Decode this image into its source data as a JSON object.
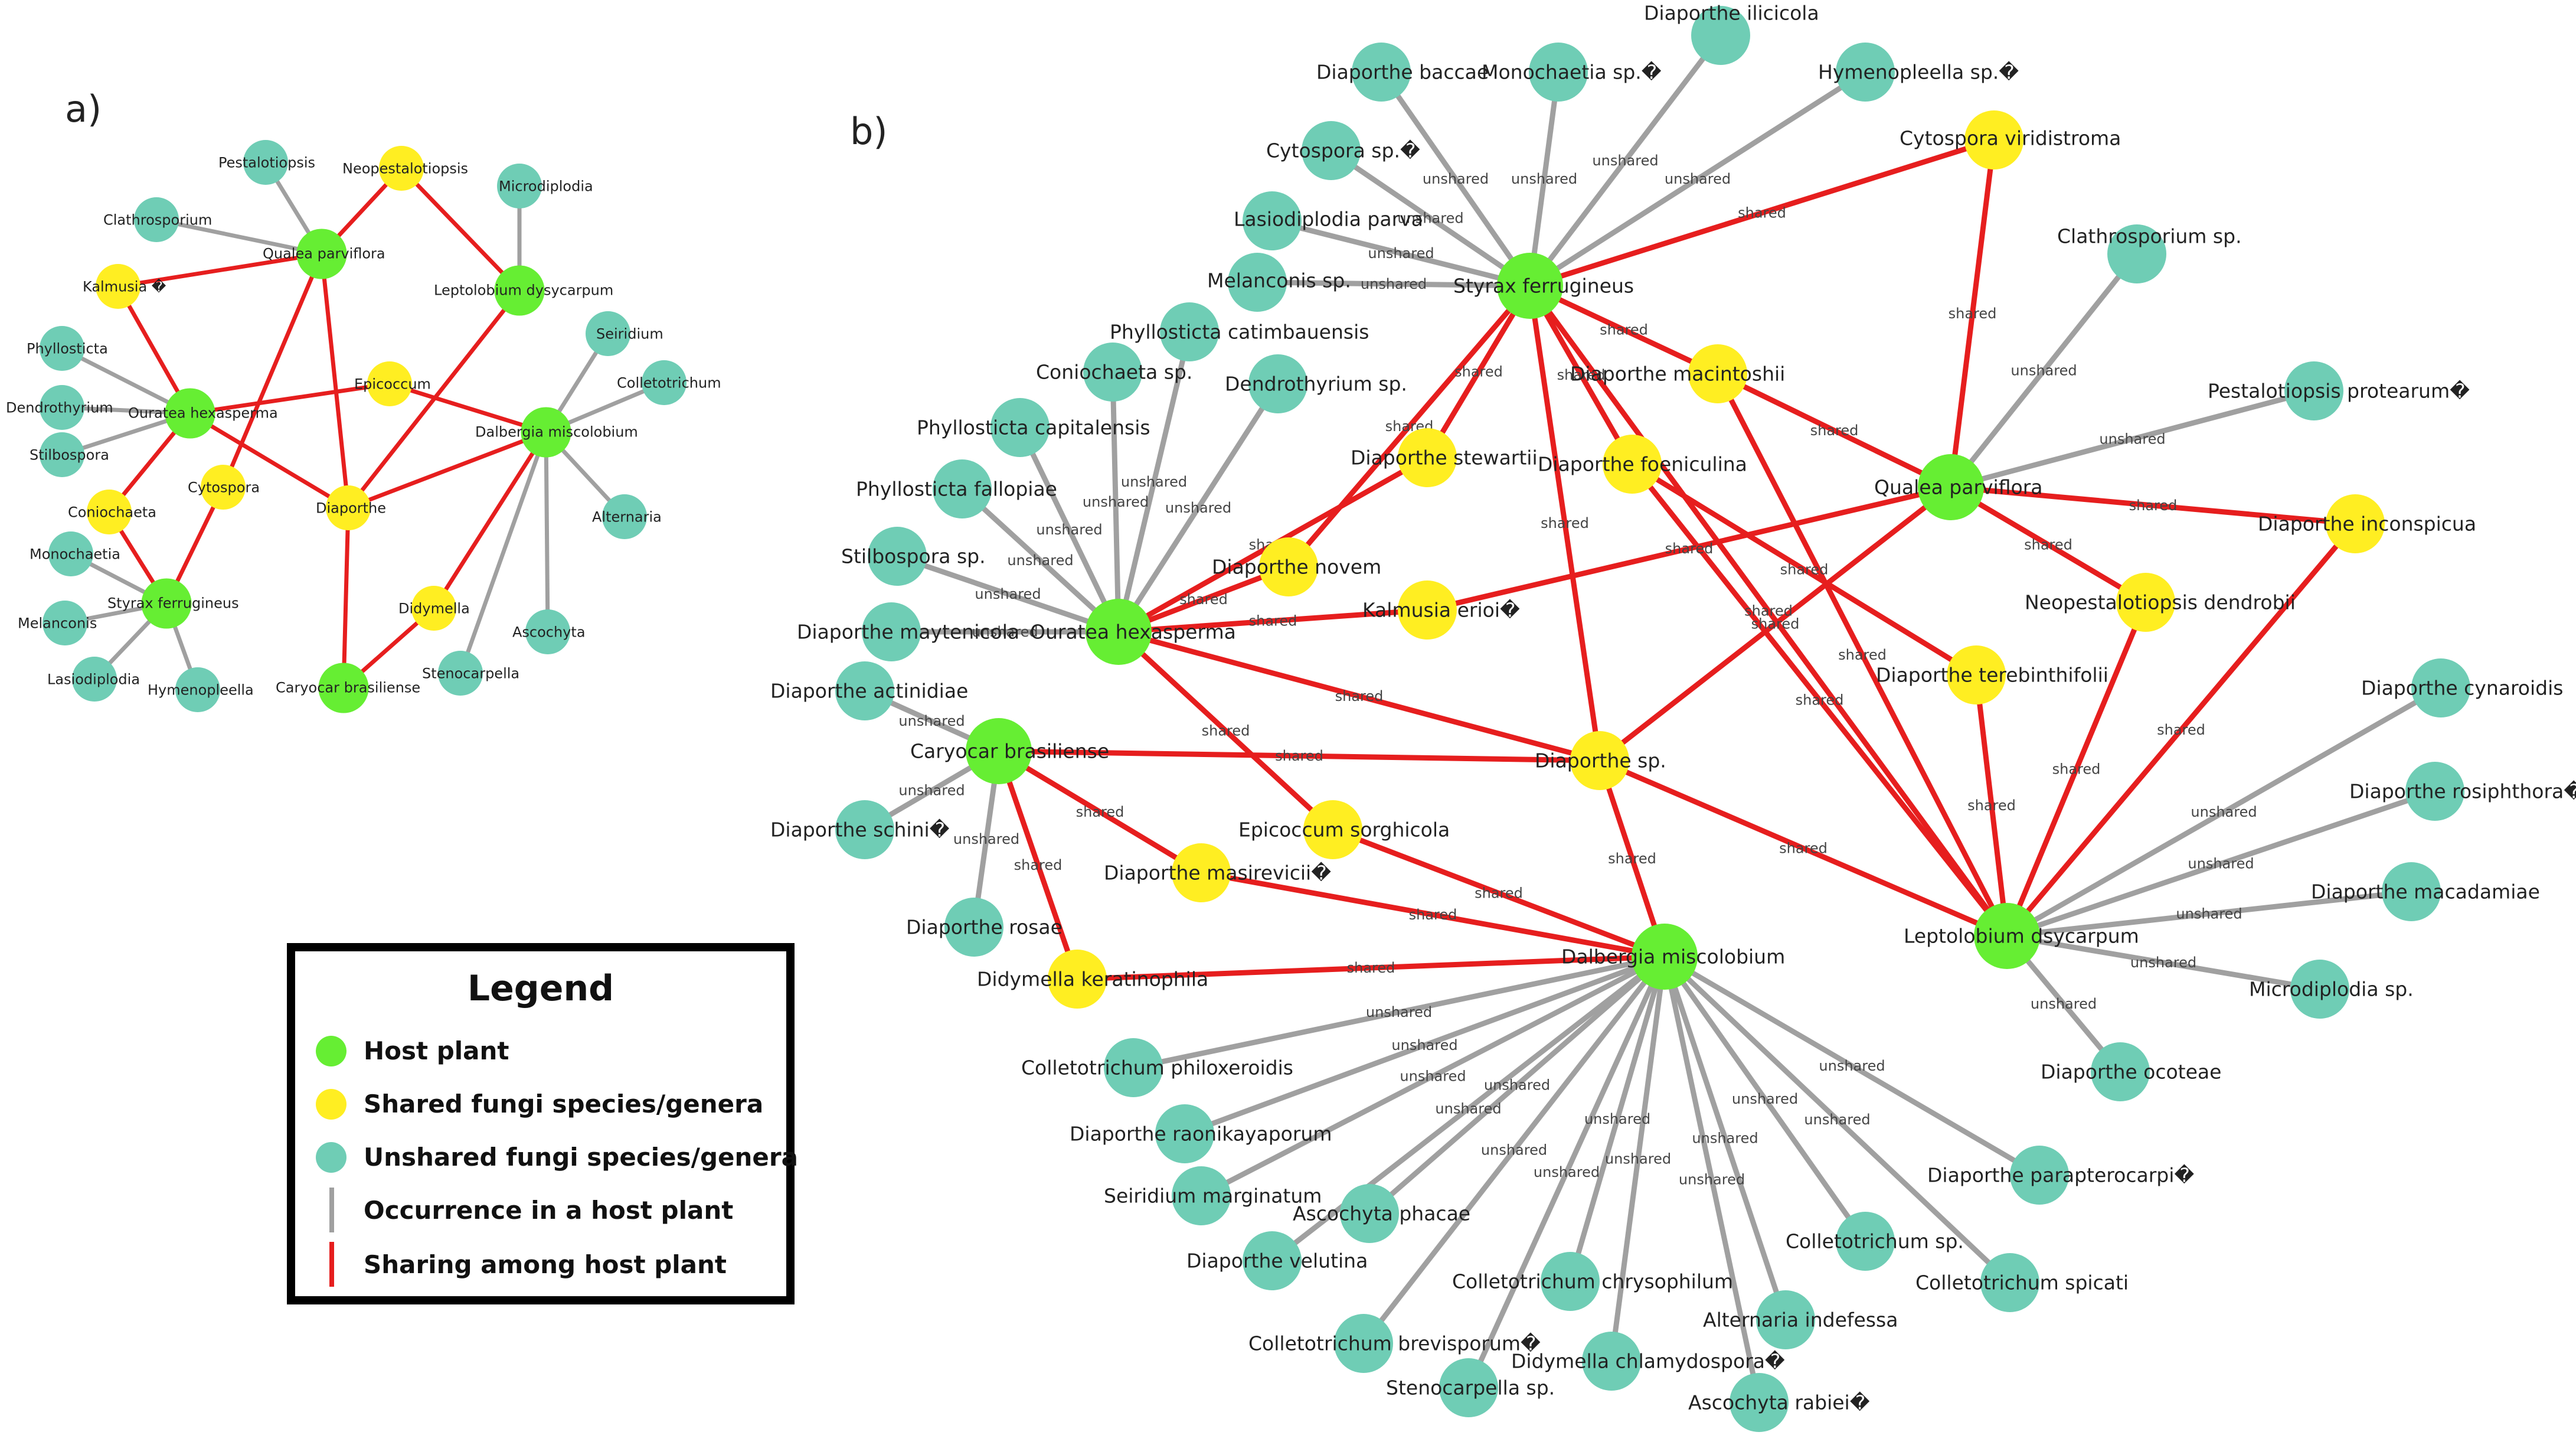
{
  "panels": {
    "a_label": "a)",
    "b_label": "b)"
  },
  "colors": {
    "host": "#66ee33",
    "shared": "#ffee22",
    "unshared": "#6fcdb5",
    "occurrence_edge": "#a0a0a0",
    "sharing_edge": "#e61e1e"
  },
  "legend": {
    "title": "Legend",
    "items": [
      {
        "label": "Host plant",
        "kind": "host"
      },
      {
        "label": "Shared fungi species/genera",
        "kind": "shared"
      },
      {
        "label": "Unshared fungi species/genera",
        "kind": "unshared"
      },
      {
        "label": "Occurrence in a host plant",
        "kind": "occurrence"
      },
      {
        "label": "Sharing among host plant",
        "kind": "sharing"
      }
    ]
  },
  "network_a": {
    "nodes": [
      {
        "id": "qp",
        "label": "Qualea parviflora",
        "type": "host"
      },
      {
        "id": "ld",
        "label": "Leptolobium dysycarpum",
        "type": "host"
      },
      {
        "id": "dm",
        "label": "Dalbergia miscolobium",
        "type": "host"
      },
      {
        "id": "oh",
        "label": "Ouratea hexasperma",
        "type": "host"
      },
      {
        "id": "sf",
        "label": "Styrax ferrugineus",
        "type": "host"
      },
      {
        "id": "cb",
        "label": "Caryocar brasiliense",
        "type": "host"
      },
      {
        "id": "neo",
        "label": "Neopestalotiopsis",
        "type": "shared"
      },
      {
        "id": "kal",
        "label": "Kalmusia �",
        "type": "shared"
      },
      {
        "id": "epi",
        "label": "Epicoccum",
        "type": "shared"
      },
      {
        "id": "cyt",
        "label": "Cytospora",
        "type": "shared"
      },
      {
        "id": "con",
        "label": "Coniochaeta",
        "type": "shared"
      },
      {
        "id": "dia",
        "label": "Diaporthe",
        "type": "shared"
      },
      {
        "id": "did",
        "label": "Didymella",
        "type": "shared"
      },
      {
        "id": "pes",
        "label": "Pestalotiopsis",
        "type": "unshared"
      },
      {
        "id": "cla",
        "label": "Clathrosporium",
        "type": "unshared"
      },
      {
        "id": "mic",
        "label": "Microdiplodia",
        "type": "unshared"
      },
      {
        "id": "phy",
        "label": "Phyllosticta",
        "type": "unshared"
      },
      {
        "id": "den",
        "label": "Dendrothyrium",
        "type": "unshared"
      },
      {
        "id": "sti",
        "label": "Stilbospora",
        "type": "unshared"
      },
      {
        "id": "sei",
        "label": "Seiridium",
        "type": "unshared"
      },
      {
        "id": "col",
        "label": "Colletotrichum",
        "type": "unshared"
      },
      {
        "id": "alt",
        "label": "Alternaria",
        "type": "unshared"
      },
      {
        "id": "asc",
        "label": "Ascochyta",
        "type": "unshared"
      },
      {
        "id": "ste",
        "label": "Stenocarpella",
        "type": "unshared"
      },
      {
        "id": "mon",
        "label": "Monochaetia",
        "type": "unshared"
      },
      {
        "id": "mel",
        "label": "Melanconis",
        "type": "unshared"
      },
      {
        "id": "las",
        "label": "Lasiodiplodia",
        "type": "unshared"
      },
      {
        "id": "hym",
        "label": "Hymenopleella",
        "type": "unshared"
      }
    ],
    "edges": [
      [
        "qp",
        "neo",
        "shared"
      ],
      [
        "qp",
        "kal",
        "shared"
      ],
      [
        "qp",
        "cyt",
        "shared"
      ],
      [
        "qp",
        "dia",
        "shared"
      ],
      [
        "qp",
        "pes",
        "unshared"
      ],
      [
        "qp",
        "cla",
        "unshared"
      ],
      [
        "neo",
        "ld",
        "shared"
      ],
      [
        "ld",
        "dia",
        "shared"
      ],
      [
        "ld",
        "mic",
        "unshared"
      ],
      [
        "oh",
        "kal",
        "shared"
      ],
      [
        "oh",
        "epi",
        "shared"
      ],
      [
        "oh",
        "con",
        "shared"
      ],
      [
        "oh",
        "dia",
        "shared"
      ],
      [
        "oh",
        "phy",
        "unshared"
      ],
      [
        "oh",
        "den",
        "unshared"
      ],
      [
        "oh",
        "sti",
        "unshared"
      ],
      [
        "epi",
        "dm",
        "shared"
      ],
      [
        "dm",
        "dia",
        "shared"
      ],
      [
        "dm",
        "did",
        "shared"
      ],
      [
        "dm",
        "sei",
        "unshared"
      ],
      [
        "dm",
        "col",
        "unshared"
      ],
      [
        "dm",
        "alt",
        "unshared"
      ],
      [
        "dm",
        "asc",
        "unshared"
      ],
      [
        "dm",
        "ste",
        "unshared"
      ],
      [
        "sf",
        "con",
        "shared"
      ],
      [
        "sf",
        "cyt",
        "shared"
      ],
      [
        "sf",
        "mon",
        "unshared"
      ],
      [
        "sf",
        "mel",
        "unshared"
      ],
      [
        "sf",
        "las",
        "unshared"
      ],
      [
        "sf",
        "hym",
        "unshared"
      ],
      [
        "cb",
        "dia",
        "shared"
      ],
      [
        "cb",
        "did",
        "shared"
      ]
    ]
  },
  "network_b": {
    "edge_label_shared": "shared",
    "edge_label_unshared": "unshared",
    "nodes": [
      {
        "id": "SF",
        "label": "Styrax ferrugineus",
        "type": "host"
      },
      {
        "id": "QP",
        "label": "Qualea parviflora",
        "type": "host"
      },
      {
        "id": "OH",
        "label": "Ouratea hexasperma",
        "type": "host"
      },
      {
        "id": "CB",
        "label": "Caryocar brasiliense",
        "type": "host"
      },
      {
        "id": "DM",
        "label": "Dalbergia miscolobium",
        "type": "host"
      },
      {
        "id": "LD",
        "label": "Leptolobium dsycarpum",
        "type": "host"
      },
      {
        "id": "CV",
        "label": "Cytospora viridistroma",
        "type": "shared"
      },
      {
        "id": "DMA",
        "label": "Diaporthe macintoshii",
        "type": "shared"
      },
      {
        "id": "DST",
        "label": "Diaporthe stewartii",
        "type": "shared"
      },
      {
        "id": "DFO",
        "label": "Diaporthe foeniculina",
        "type": "shared"
      },
      {
        "id": "DNO",
        "label": "Diaporthe novem",
        "type": "shared"
      },
      {
        "id": "KE",
        "label": "Kalmusia erioi�",
        "type": "shared"
      },
      {
        "id": "DIN",
        "label": "Diaporthe inconspicua",
        "type": "shared"
      },
      {
        "id": "ND",
        "label": "Neopestalotiopsis dendrobii",
        "type": "shared"
      },
      {
        "id": "DTE",
        "label": "Diaporthe terebinthifolii",
        "type": "shared"
      },
      {
        "id": "DSP",
        "label": "Diaporthe sp.",
        "type": "shared"
      },
      {
        "id": "ES",
        "label": "Epicoccum sorghicola",
        "type": "shared"
      },
      {
        "id": "DMS",
        "label": "Diaporthe masirevicii�",
        "type": "shared"
      },
      {
        "id": "DK",
        "label": "Didymella keratinophila",
        "type": "shared"
      },
      {
        "id": "u1",
        "label": "Diaporthe ilicicola",
        "type": "unshared"
      },
      {
        "id": "u2",
        "label": "Monochaetia sp.�",
        "type": "unshared"
      },
      {
        "id": "u3",
        "label": "Diaporthe baccae",
        "type": "unshared"
      },
      {
        "id": "u4",
        "label": "Hymenopleella sp.�",
        "type": "unshared"
      },
      {
        "id": "u5",
        "label": "Cytospora sp.�",
        "type": "unshared"
      },
      {
        "id": "u6",
        "label": "Lasiodiplodia parva",
        "type": "unshared"
      },
      {
        "id": "u7",
        "label": "Melanconis sp.",
        "type": "unshared"
      },
      {
        "id": "u8",
        "label": "Phyllosticta catimbauensis",
        "type": "unshared"
      },
      {
        "id": "u9",
        "label": "Coniochaeta sp.",
        "type": "unshared"
      },
      {
        "id": "u10",
        "label": "Dendrothyrium sp.",
        "type": "unshared"
      },
      {
        "id": "u11",
        "label": "Phyllosticta capitalensis",
        "type": "unshared"
      },
      {
        "id": "u12",
        "label": "Phyllosticta fallopiae",
        "type": "unshared"
      },
      {
        "id": "u13",
        "label": "Stilbospora sp.",
        "type": "unshared"
      },
      {
        "id": "u14",
        "label": "Diaporthe maytenicola",
        "type": "unshared"
      },
      {
        "id": "u15",
        "label": "Clathrosporium sp.",
        "type": "unshared"
      },
      {
        "id": "u16",
        "label": "Pestalotiopsis protearum�",
        "type": "unshared"
      },
      {
        "id": "u17",
        "label": "Diaporthe actinidiae",
        "type": "unshared"
      },
      {
        "id": "u18",
        "label": "Diaporthe schini�",
        "type": "unshared"
      },
      {
        "id": "u19",
        "label": "Diaporthe rosae",
        "type": "unshared"
      },
      {
        "id": "u20",
        "label": "Diaporthe cynaroidis",
        "type": "unshared"
      },
      {
        "id": "u21",
        "label": "Diaporthe rosiphthora�",
        "type": "unshared"
      },
      {
        "id": "u22",
        "label": "Diaporthe macadamiae",
        "type": "unshared"
      },
      {
        "id": "u23",
        "label": "Microdiplodia sp.",
        "type": "unshared"
      },
      {
        "id": "u24",
        "label": "Diaporthe ocoteae",
        "type": "unshared"
      },
      {
        "id": "u25",
        "label": "Colletotrichum philoxeroidis",
        "type": "unshared"
      },
      {
        "id": "u26",
        "label": "Diaporthe raonikayaporum",
        "type": "unshared"
      },
      {
        "id": "u27",
        "label": "Seiridium marginatum",
        "type": "unshared"
      },
      {
        "id": "u28",
        "label": "Ascochyta phacae",
        "type": "unshared"
      },
      {
        "id": "u29",
        "label": "Diaporthe velutina",
        "type": "unshared"
      },
      {
        "id": "u30",
        "label": "Colletotrichum chrysophilum",
        "type": "unshared"
      },
      {
        "id": "u31",
        "label": "Alternaria indefessa",
        "type": "unshared"
      },
      {
        "id": "u32",
        "label": "Colletotrichum sp.",
        "type": "unshared"
      },
      {
        "id": "u33",
        "label": "Colletotrichum spicati",
        "type": "unshared"
      },
      {
        "id": "u34",
        "label": "Diaporthe parapterocarpi�",
        "type": "unshared"
      },
      {
        "id": "u35",
        "label": "Colletotrichum brevisporum�",
        "type": "unshared"
      },
      {
        "id": "u36",
        "label": "Didymella chlamydospora�",
        "type": "unshared"
      },
      {
        "id": "u37",
        "label": "Stenocarpella sp.",
        "type": "unshared"
      },
      {
        "id": "u38",
        "label": "Ascochyta rabiei�",
        "type": "unshared"
      }
    ],
    "edges": [
      [
        "SF",
        "u1",
        "unshared"
      ],
      [
        "SF",
        "u2",
        "unshared"
      ],
      [
        "SF",
        "u3",
        "unshared"
      ],
      [
        "SF",
        "u4",
        "unshared"
      ],
      [
        "SF",
        "u5",
        "unshared"
      ],
      [
        "SF",
        "u6",
        "unshared"
      ],
      [
        "SF",
        "u7",
        "unshared"
      ],
      [
        "SF",
        "CV",
        "shared"
      ],
      [
        "SF",
        "DMA",
        "shared"
      ],
      [
        "SF",
        "DST",
        "shared"
      ],
      [
        "SF",
        "DFO",
        "shared"
      ],
      [
        "SF",
        "DNO",
        "shared"
      ],
      [
        "SF",
        "DSP",
        "shared"
      ],
      [
        "SF",
        "LD",
        "shared"
      ],
      [
        "CV",
        "QP",
        "shared"
      ],
      [
        "QP",
        "u15",
        "unshared"
      ],
      [
        "QP",
        "u16",
        "unshared"
      ],
      [
        "QP",
        "DMA",
        "shared"
      ],
      [
        "QP",
        "DIN",
        "shared"
      ],
      [
        "QP",
        "ND",
        "shared"
      ],
      [
        "QP",
        "KE",
        "shared"
      ],
      [
        "QP",
        "DSP",
        "shared"
      ],
      [
        "OH",
        "u8",
        "unshared"
      ],
      [
        "OH",
        "u9",
        "unshared"
      ],
      [
        "OH",
        "u10",
        "unshared"
      ],
      [
        "OH",
        "u11",
        "unshared"
      ],
      [
        "OH",
        "u12",
        "unshared"
      ],
      [
        "OH",
        "u13",
        "unshared"
      ],
      [
        "OH",
        "u14",
        "unshared"
      ],
      [
        "OH",
        "DNO",
        "shared"
      ],
      [
        "OH",
        "KE",
        "shared"
      ],
      [
        "OH",
        "ES",
        "shared"
      ],
      [
        "OH",
        "DSP",
        "shared"
      ],
      [
        "OH",
        "DST",
        "shared"
      ],
      [
        "CB",
        "u17",
        "unshared"
      ],
      [
        "CB",
        "u18",
        "unshared"
      ],
      [
        "CB",
        "u19",
        "unshared"
      ],
      [
        "CB",
        "DSP",
        "shared"
      ],
      [
        "CB",
        "DMS",
        "shared"
      ],
      [
        "CB",
        "DK",
        "shared"
      ],
      [
        "ES",
        "DM",
        "shared"
      ],
      [
        "DMS",
        "DM",
        "shared"
      ],
      [
        "DK",
        "DM",
        "shared"
      ],
      [
        "DSP",
        "DM",
        "shared"
      ],
      [
        "DM",
        "u25",
        "unshared"
      ],
      [
        "DM",
        "u26",
        "unshared"
      ],
      [
        "DM",
        "u27",
        "unshared"
      ],
      [
        "DM",
        "u28",
        "unshared"
      ],
      [
        "DM",
        "u29",
        "unshared"
      ],
      [
        "DM",
        "u30",
        "unshared"
      ],
      [
        "DM",
        "u31",
        "unshared"
      ],
      [
        "DM",
        "u32",
        "unshared"
      ],
      [
        "DM",
        "u33",
        "unshared"
      ],
      [
        "DM",
        "u34",
        "unshared"
      ],
      [
        "DM",
        "u35",
        "unshared"
      ],
      [
        "DM",
        "u36",
        "unshared"
      ],
      [
        "DM",
        "u37",
        "unshared"
      ],
      [
        "DM",
        "u38",
        "unshared"
      ],
      [
        "DMA",
        "LD",
        "shared"
      ],
      [
        "DFO",
        "LD",
        "shared"
      ],
      [
        "DTE",
        "LD",
        "shared"
      ],
      [
        "ND",
        "LD",
        "shared"
      ],
      [
        "DIN",
        "LD",
        "shared"
      ],
      [
        "DSP",
        "LD",
        "shared"
      ],
      [
        "DTE",
        "DFO",
        "shared"
      ],
      [
        "LD",
        "u20",
        "unshared"
      ],
      [
        "LD",
        "u21",
        "unshared"
      ],
      [
        "LD",
        "u22",
        "unshared"
      ],
      [
        "LD",
        "u23",
        "unshared"
      ],
      [
        "LD",
        "u24",
        "unshared"
      ]
    ]
  }
}
